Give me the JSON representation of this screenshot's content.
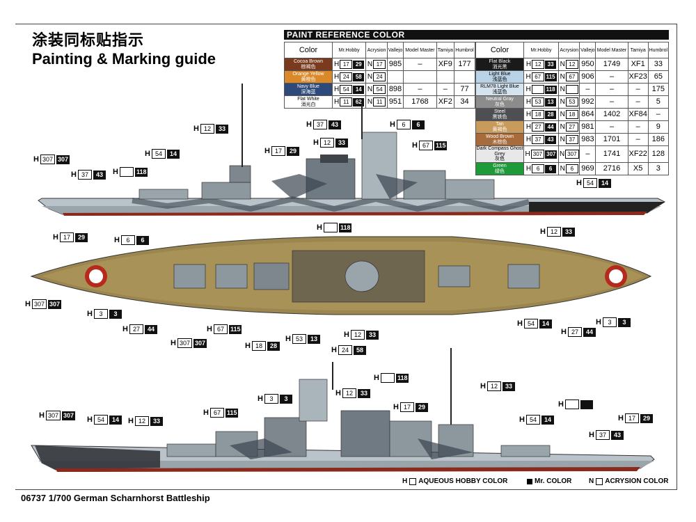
{
  "title_cn": "涂装同标贴指示",
  "title_en": "Painting & Marking guide",
  "reference": {
    "header": "PAINT REFERENCE COLOR",
    "columns": [
      "Color",
      "Mr.Hobby",
      "Acrysion",
      "Vallejo",
      "Model Master",
      "Tamiya",
      "Humbrol"
    ],
    "left": [
      {
        "name": "Cocoa Brown",
        "cn": "棕褐色",
        "color": "#7a3a1e",
        "hobby": "17",
        "hobby_mr": "29",
        "acry": "17",
        "vallejo": "985",
        "mm": "–",
        "tamiya": "XF9",
        "humbrol": "177"
      },
      {
        "name": "Orange Yellow",
        "cn": "黄橙色",
        "color": "#d9892a",
        "hobby": "24",
        "hobby_mr": "58",
        "acry": "24",
        "vallejo": "",
        "mm": "",
        "tamiya": "",
        "humbrol": ""
      },
      {
        "name": "Navy Blue",
        "cn": "深海蓝",
        "color": "#2d4a7a",
        "hobby": "54",
        "hobby_mr": "14",
        "acry": "54",
        "vallejo": "898",
        "mm": "–",
        "tamiya": "–",
        "humbrol": "77"
      },
      {
        "name": "Flat White",
        "cn": "消光白",
        "color": "#ffffff",
        "hobby": "11",
        "hobby_mr": "62",
        "acry": "11",
        "vallejo": "951",
        "mm": "1768",
        "tamiya": "XF2",
        "humbrol": "34"
      }
    ],
    "right": [
      {
        "name": "Flat Black",
        "cn": "消光黑",
        "color": "#1a1a1a",
        "hobby": "12",
        "hobby_mr": "33",
        "acry": "12",
        "vallejo": "950",
        "mm": "1749",
        "tamiya": "XF1",
        "humbrol": "33"
      },
      {
        "name": "Light Blue",
        "cn": "浅蓝色",
        "color": "#b9d2e6",
        "hobby": "67",
        "hobby_mr": "115",
        "acry": "67",
        "vallejo": "906",
        "mm": "–",
        "tamiya": "XF23",
        "humbrol": "65"
      },
      {
        "name": "RLM78 Light Blue",
        "cn": "浅蓝色",
        "color": "#d5e3ee",
        "hobby": "",
        "hobby_mr": "118",
        "acry": "",
        "vallejo": "–",
        "mm": "–",
        "tamiya": "–",
        "humbrol": "175"
      },
      {
        "name": "Neutral Gray",
        "cn": "灰色",
        "color": "#8c8c8c",
        "hobby": "53",
        "hobby_mr": "13",
        "acry": "53",
        "vallejo": "992",
        "mm": "–",
        "tamiya": "–",
        "humbrol": "5"
      },
      {
        "name": "Steel",
        "cn": "黑铁色",
        "color": "#4d4f52",
        "hobby": "18",
        "hobby_mr": "28",
        "acry": "18",
        "vallejo": "864",
        "mm": "1402",
        "tamiya": "XF84",
        "humbrol": "–"
      },
      {
        "name": "Tan",
        "cn": "黄褐色",
        "color": "#c89a5c",
        "hobby": "27",
        "hobby_mr": "44",
        "acry": "27",
        "vallejo": "981",
        "mm": "–",
        "tamiya": "–",
        "humbrol": "9"
      },
      {
        "name": "Wood Brown",
        "cn": "木棕色",
        "color": "#a86b3c",
        "hobby": "37",
        "hobby_mr": "43",
        "acry": "37",
        "vallejo": "983",
        "mm": "1701",
        "tamiya": "–",
        "humbrol": "186"
      },
      {
        "name": "Dark Compass Ghost Grey",
        "cn": "灰色",
        "color": "#e8e8e8",
        "hobby": "307",
        "hobby_mr": "307",
        "acry": "307",
        "vallejo": "–",
        "mm": "1741",
        "tamiya": "XF22",
        "humbrol": "128"
      },
      {
        "name": "Green",
        "cn": "绿色",
        "color": "#1f9a3a",
        "hobby": "6",
        "hobby_mr": "6",
        "acry": "6",
        "vallejo": "969",
        "mm": "2716",
        "tamiya": "X5",
        "humbrol": "3"
      }
    ]
  },
  "callouts": [
    {
      "id": "c1",
      "h": "12",
      "b": "33"
    },
    {
      "id": "c2",
      "h": "37",
      "b": "43"
    },
    {
      "id": "c3",
      "h": "6",
      "b": "6"
    },
    {
      "id": "c4",
      "h": "12",
      "b": "33"
    },
    {
      "id": "c5",
      "h": "67",
      "b": "115"
    },
    {
      "id": "c6",
      "h": "17",
      "b": "29"
    },
    {
      "id": "c7",
      "h": "54",
      "b": "14"
    },
    {
      "id": "c8",
      "h": "307",
      "b": "307"
    },
    {
      "id": "c9",
      "h": "37",
      "b": "43"
    },
    {
      "id": "c10",
      "h": "",
      "b": "118"
    },
    {
      "id": "c11",
      "h": "54",
      "b": "14"
    },
    {
      "id": "c12",
      "h": "",
      "b": "118"
    },
    {
      "id": "c13",
      "h": "17",
      "b": "29"
    },
    {
      "id": "c14",
      "h": "12",
      "b": "33"
    },
    {
      "id": "c15",
      "h": "6",
      "b": "6"
    },
    {
      "id": "c16",
      "h": "307",
      "b": "307"
    },
    {
      "id": "c17",
      "h": "3",
      "b": "3"
    },
    {
      "id": "c18",
      "h": "27",
      "b": "44"
    },
    {
      "id": "c19",
      "h": "307",
      "b": "307"
    },
    {
      "id": "c20",
      "h": "67",
      "b": "115"
    },
    {
      "id": "c21",
      "h": "18",
      "b": "28"
    },
    {
      "id": "c22",
      "h": "53",
      "b": "13"
    },
    {
      "id": "c23",
      "h": "24",
      "b": "58"
    },
    {
      "id": "c24",
      "h": "12",
      "b": "33"
    },
    {
      "id": "c25",
      "h": "54",
      "b": "14"
    },
    {
      "id": "c26",
      "h": "27",
      "b": "44"
    },
    {
      "id": "c27",
      "h": "3",
      "b": "3"
    },
    {
      "id": "c28",
      "h": "",
      "b": "118"
    },
    {
      "id": "c29",
      "h": "12",
      "b": "33"
    },
    {
      "id": "c30",
      "h": "307",
      "b": "307"
    },
    {
      "id": "c31",
      "h": "54",
      "b": "14"
    },
    {
      "id": "c32",
      "h": "12",
      "b": "33"
    },
    {
      "id": "c33",
      "h": "67",
      "b": "115"
    },
    {
      "id": "c34",
      "h": "3",
      "b": "3"
    },
    {
      "id": "c35",
      "h": "12",
      "b": "33"
    },
    {
      "id": "c36",
      "h": "17",
      "b": "29"
    },
    {
      "id": "c37",
      "h": "",
      "b": ""
    },
    {
      "id": "c38",
      "h": "54",
      "b": "14"
    },
    {
      "id": "c39",
      "h": "17",
      "b": "29"
    },
    {
      "id": "c40",
      "h": "37",
      "b": "43"
    }
  ],
  "legend": {
    "aqueous": "AQUEOUS HOBBY COLOR",
    "mr": "Mr. COLOR",
    "acrysion": "ACRYSION COLOR"
  },
  "footer": "06737 1/700 German Scharnhorst Battleship"
}
